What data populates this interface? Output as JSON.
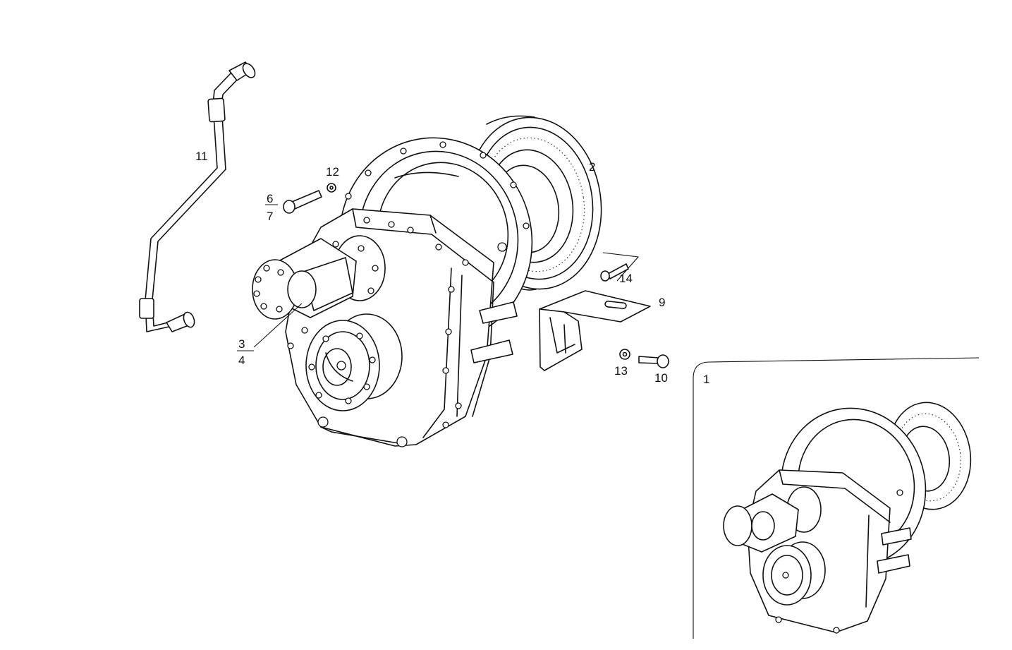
{
  "callouts": [
    {
      "id": "c1",
      "text": "1"
    },
    {
      "id": "c2",
      "text": "2"
    },
    {
      "id": "c3",
      "text": "3"
    },
    {
      "id": "c4",
      "text": "4"
    },
    {
      "id": "c6",
      "text": "6"
    },
    {
      "id": "c7",
      "text": "7"
    },
    {
      "id": "c9",
      "text": "9"
    },
    {
      "id": "c10",
      "text": "10"
    },
    {
      "id": "c11",
      "text": "11"
    },
    {
      "id": "c12",
      "text": "12"
    },
    {
      "id": "c13",
      "text": "13"
    },
    {
      "id": "c14",
      "text": "14"
    }
  ]
}
